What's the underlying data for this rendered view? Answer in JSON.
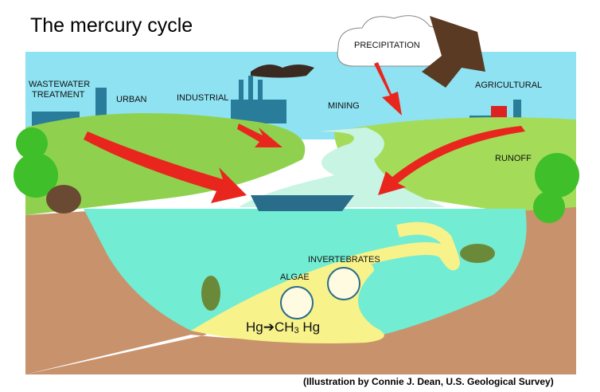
{
  "title": "The mercury cycle",
  "labels": {
    "wastewater_line1": "WASTEWATER",
    "wastewater_line2": "TREATMENT",
    "urban": "URBAN",
    "industrial": "INDUSTRIAL",
    "precipitation": "PRECIPITATION",
    "mining": "MINING",
    "agricultural": "AGRICULTURAL",
    "runoff": "RUNOFF",
    "invertebrates": "INVERTEBRATES",
    "algae": "ALGAE"
  },
  "reaction": {
    "from": "Hg",
    "to_prefix": "CH",
    "to_subscript": "3",
    "to_suffix": " Hg"
  },
  "caption": "(Illustration by Connie J. Dean, U.S. Geological Survey)",
  "colors": {
    "sky": "#8ee2f2",
    "grass": "#8fd14f",
    "water": "#72ecd2",
    "soil": "#c8926c",
    "sediment": "#f7f28a",
    "arrow": "#e8261e"
  }
}
